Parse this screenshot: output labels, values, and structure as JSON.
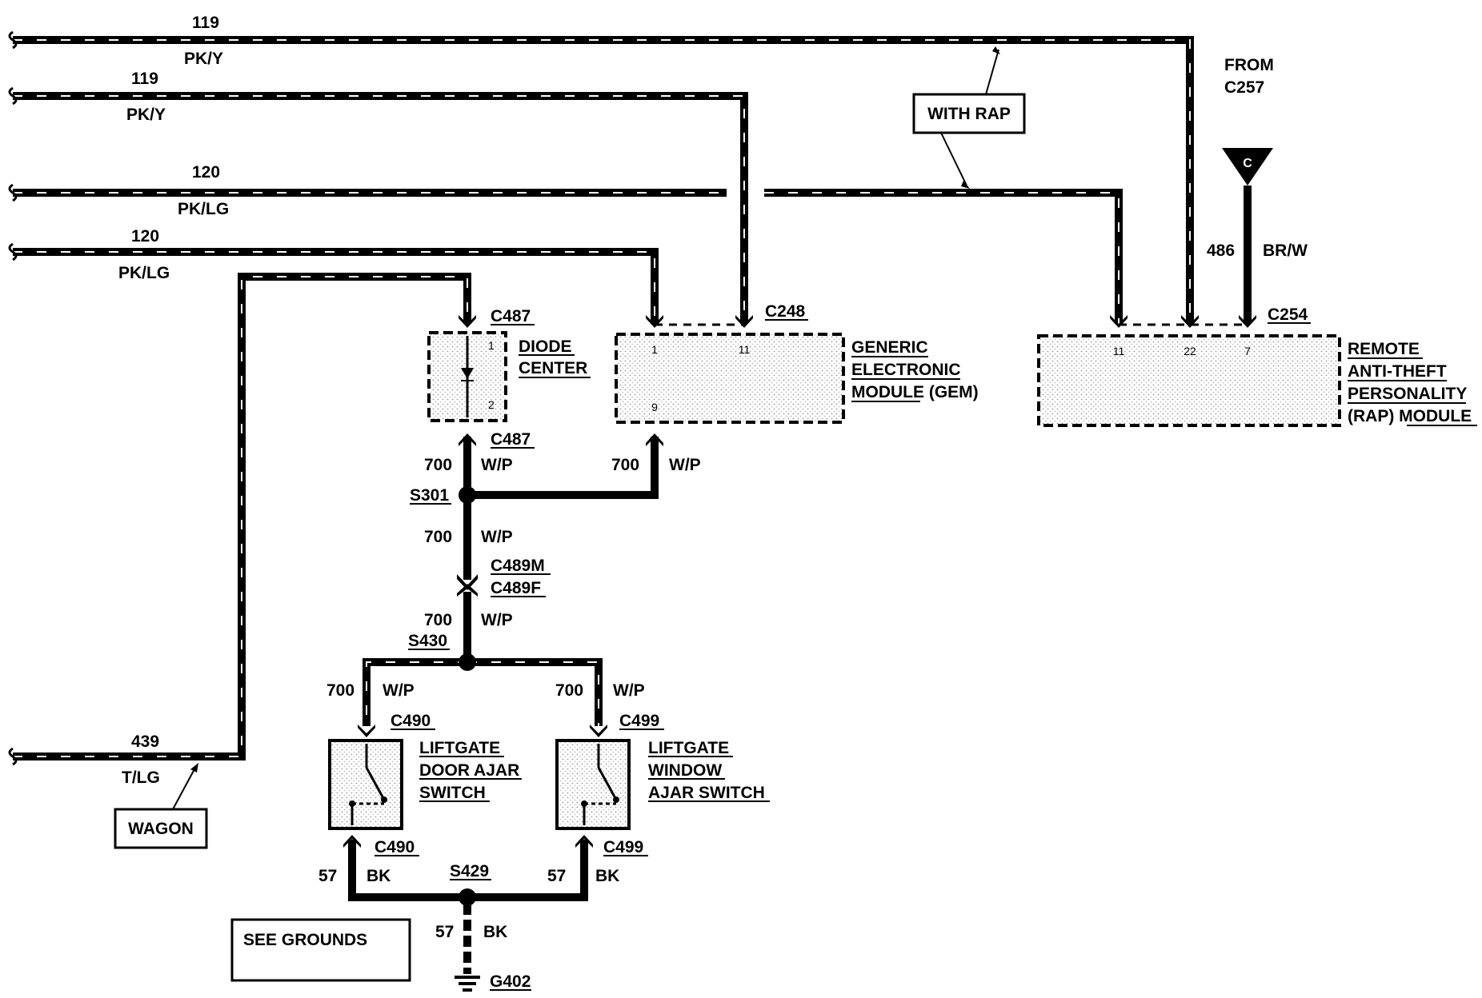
{
  "wires": {
    "w119a": {
      "circuit": "119",
      "color": "PK/Y"
    },
    "w119b": {
      "circuit": "119",
      "color": "PK/Y"
    },
    "w120a": {
      "circuit": "120",
      "color": "PK/LG"
    },
    "w120b": {
      "circuit": "120",
      "color": "PK/LG"
    },
    "w439": {
      "circuit": "439",
      "color": "T/LG"
    },
    "w486": {
      "circuit": "486",
      "color": "BR/W"
    },
    "w700_left": {
      "circuit": "700",
      "color": "W/P"
    },
    "w700_right": {
      "circuit": "700",
      "color": "W/P"
    },
    "w700_mid": {
      "circuit": "700",
      "color": "W/P"
    },
    "w700_low": {
      "circuit": "700",
      "color": "W/P"
    },
    "w700_door": {
      "circuit": "700",
      "color": "W/P"
    },
    "w700_window": {
      "circuit": "700",
      "color": "W/P"
    },
    "w57_left": {
      "circuit": "57",
      "color": "BK"
    },
    "w57_right": {
      "circuit": "57",
      "color": "BK"
    },
    "w57_ground": {
      "circuit": "57",
      "color": "BK"
    }
  },
  "notes": {
    "from_line1": "FROM",
    "from_line2": "C257",
    "with_rap": "WITH RAP",
    "wagon": "WAGON",
    "see_grounds": "SEE GROUNDS",
    "c_symbol": "C"
  },
  "connectors": {
    "c487_top": "C487",
    "c487_bottom": "C487",
    "c248": "C248",
    "c254": "C254",
    "c489m": "C489M",
    "c489f": "C489F",
    "c490_top": "C490",
    "c490_bottom": "C490",
    "c499_top": "C499",
    "c499_bottom": "C499"
  },
  "splices": {
    "s301": "S301",
    "s430": "S430",
    "s429": "S429",
    "g402": "G402"
  },
  "components": {
    "diode_center": {
      "line1": "DIODE",
      "line2": "CENTER",
      "pin_top": "1",
      "pin_bottom": "2"
    },
    "gem": {
      "line1": "GENERIC",
      "line2": "ELECTRONIC",
      "line3": "MODULE (GEM)",
      "pin_a": "1",
      "pin_b": "11",
      "pin_c": "9"
    },
    "rap": {
      "line1": "REMOTE",
      "line2": "ANTI-THEFT",
      "line3": "PERSONALITY",
      "line4": "(RAP) MODULE",
      "pin_a": "11",
      "pin_b": "22",
      "pin_c": "7"
    },
    "door_switch": {
      "line1": "LIFTGATE",
      "line2": "DOOR AJAR",
      "line3": "SWITCH"
    },
    "window_switch": {
      "line1": "LIFTGATE",
      "line2": "WINDOW",
      "line3": "AJAR SWITCH"
    }
  }
}
